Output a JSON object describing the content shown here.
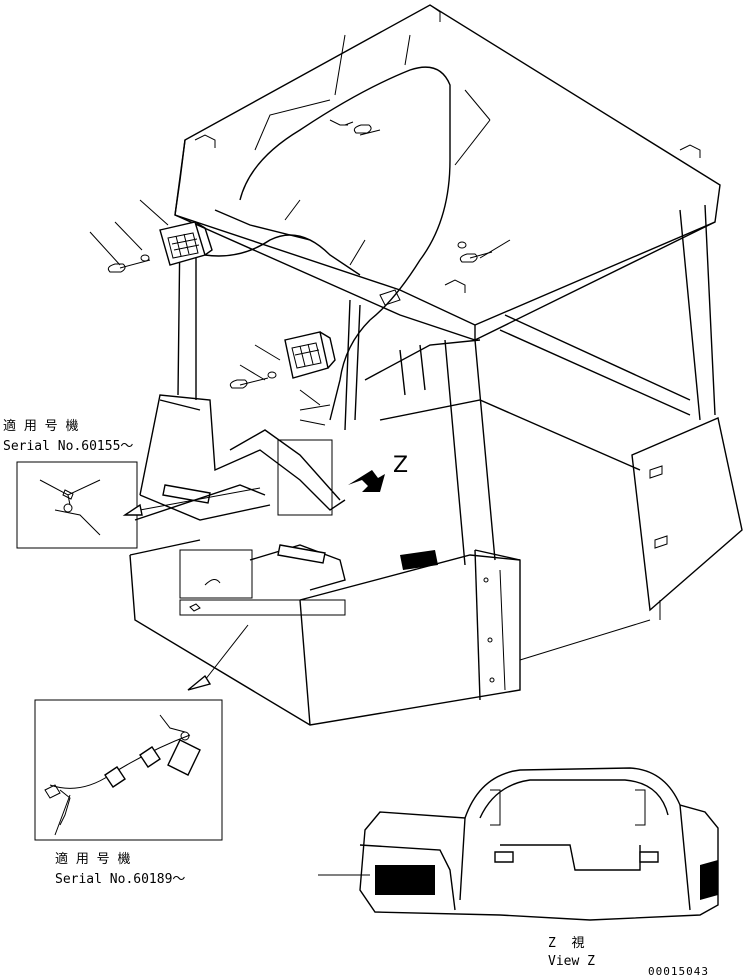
{
  "labels": {
    "serial_jp_1": "適 用 号 機",
    "serial_1": "Serial No.60155～",
    "serial_jp_2": "適 用 号 機",
    "serial_2": "Serial No.60189～",
    "view_mark": "Z",
    "view_z_jp": "Z  視",
    "view_z_en": "View Z",
    "drawing_no": "00015043"
  }
}
